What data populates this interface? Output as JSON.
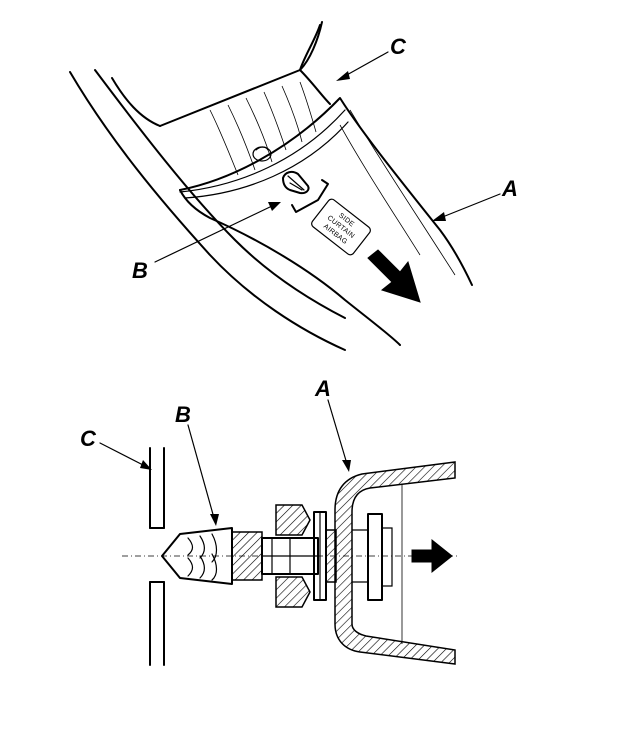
{
  "top_view": {
    "labels": {
      "a": "A",
      "b": "B",
      "c": "C"
    },
    "airbag_badge": [
      "SIDE",
      "CURTAIN",
      "AIRBAG"
    ]
  },
  "section_view": {
    "labels": {
      "a": "A",
      "b": "B",
      "c": "C"
    }
  }
}
